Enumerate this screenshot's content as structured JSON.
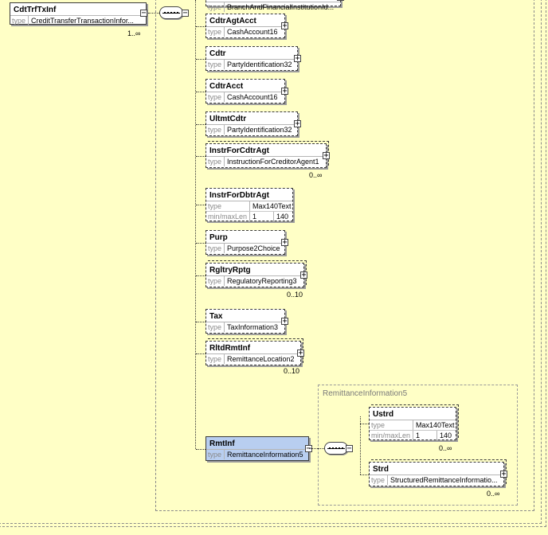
{
  "root": {
    "name": "CdtTrfTxInf",
    "type_label": "type",
    "type": "CreditTransferTransactionInfor...",
    "card": "1..∞"
  },
  "container": {
    "title": "RemittanceInformation5"
  },
  "elements": [
    {
      "name": "",
      "type_label": "type",
      "type": "BranchAndFinancialInstitutionId...",
      "card": ""
    },
    {
      "name": "CdtrAgtAcct",
      "type_label": "type",
      "type": "CashAccount16",
      "card": ""
    },
    {
      "name": "Cdtr",
      "type_label": "type",
      "type": "PartyIdentification32",
      "card": ""
    },
    {
      "name": "CdtrAcct",
      "type_label": "type",
      "type": "CashAccount16",
      "card": ""
    },
    {
      "name": "UltmtCdtr",
      "type_label": "type",
      "type": "PartyIdentification32",
      "card": ""
    },
    {
      "name": "InstrForCdtrAgt",
      "type_label": "type",
      "type": "InstructionForCreditorAgent1",
      "card": "0..∞"
    },
    {
      "name": "InstrForDbtrAgt",
      "type_label": "type",
      "type": "Max140Text",
      "minmax_label": "min/maxLen",
      "min": "1",
      "max": "140",
      "card": ""
    },
    {
      "name": "Purp",
      "type_label": "type",
      "type": "Purpose2Choice",
      "card": ""
    },
    {
      "name": "RgltryRptg",
      "type_label": "type",
      "type": "RegulatoryReporting3",
      "card": "0..10"
    },
    {
      "name": "Tax",
      "type_label": "type",
      "type": "TaxInformation3",
      "card": ""
    },
    {
      "name": "RltdRmtInf",
      "type_label": "type",
      "type": "RemittanceLocation2",
      "card": "0..10"
    },
    {
      "name": "RmtInf",
      "type_label": "type",
      "type": "RemittanceInformation5",
      "card": ""
    }
  ],
  "children": [
    {
      "name": "Ustrd",
      "type_label": "type",
      "type": "Max140Text",
      "minmax_label": "min/maxLen",
      "min": "1",
      "max": "140",
      "card": "0..∞"
    },
    {
      "name": "Strd",
      "type_label": "type",
      "type": "StructuredRemittanceInformatio...",
      "card": "0..∞"
    }
  ],
  "colors": {
    "background": "#ffffc6",
    "selected": "#b8cef0"
  }
}
